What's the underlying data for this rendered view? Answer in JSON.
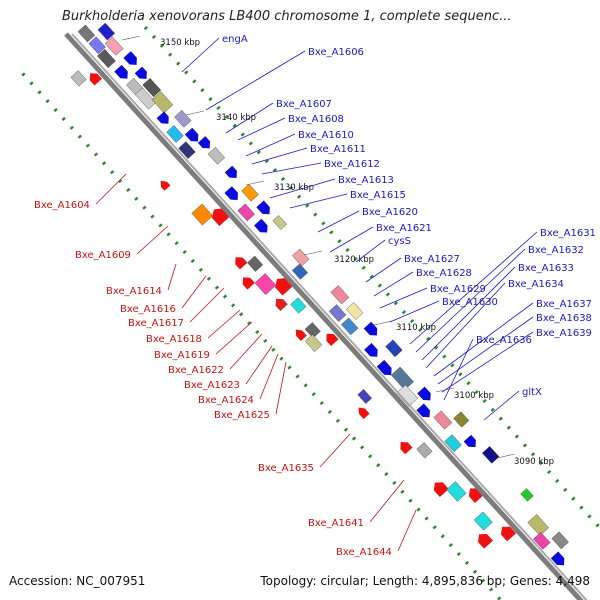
{
  "title": "Burkholderia xenovorans LB400 chromosome 1, complete sequenc...",
  "footer": {
    "accession": "Accession: NC_007951",
    "summary": "Topology: circular; Length: 4,895,836 bp; Genes: 4,498"
  },
  "colors": {
    "forward_label": "#1a1acc",
    "reverse_label": "#cc1111",
    "forward_arrow": "#0a0adc",
    "reverse_arrow": "#ee1111",
    "backbone": "#888888",
    "tick": "#2a8a2a"
  },
  "ticks": [
    "3150 kbp",
    "3140 kbp",
    "3130 kbp",
    "3120 kbp",
    "3110 kbp",
    "3100 kbp",
    "3090 kbp"
  ],
  "forward_labels": [
    "engA",
    "Bxe_A1606",
    "Bxe_A1607",
    "Bxe_A1608",
    "Bxe_A1610",
    "Bxe_A1611",
    "Bxe_A1612",
    "Bxe_A1613",
    "Bxe_A1615",
    "Bxe_A1620",
    "Bxe_A1621",
    "cysS",
    "Bxe_A1627",
    "Bxe_A1628",
    "Bxe_A1629",
    "Bxe_A1630",
    "Bxe_A1631",
    "Bxe_A1632",
    "Bxe_A1633",
    "Bxe_A1634",
    "Bxe_A1637",
    "Bxe_A1638",
    "Bxe_A1639",
    "Bxe_A1636",
    "gltX"
  ],
  "reverse_labels": [
    "Bxe_A1604",
    "Bxe_A1609",
    "Bxe_A1614",
    "Bxe_A1616",
    "Bxe_A1617",
    "Bxe_A1618",
    "Bxe_A1619",
    "Bxe_A1622",
    "Bxe_A1623",
    "Bxe_A1624",
    "Bxe_A1625",
    "Bxe_A1635",
    "Bxe_A1641",
    "Bxe_A1644"
  ]
}
